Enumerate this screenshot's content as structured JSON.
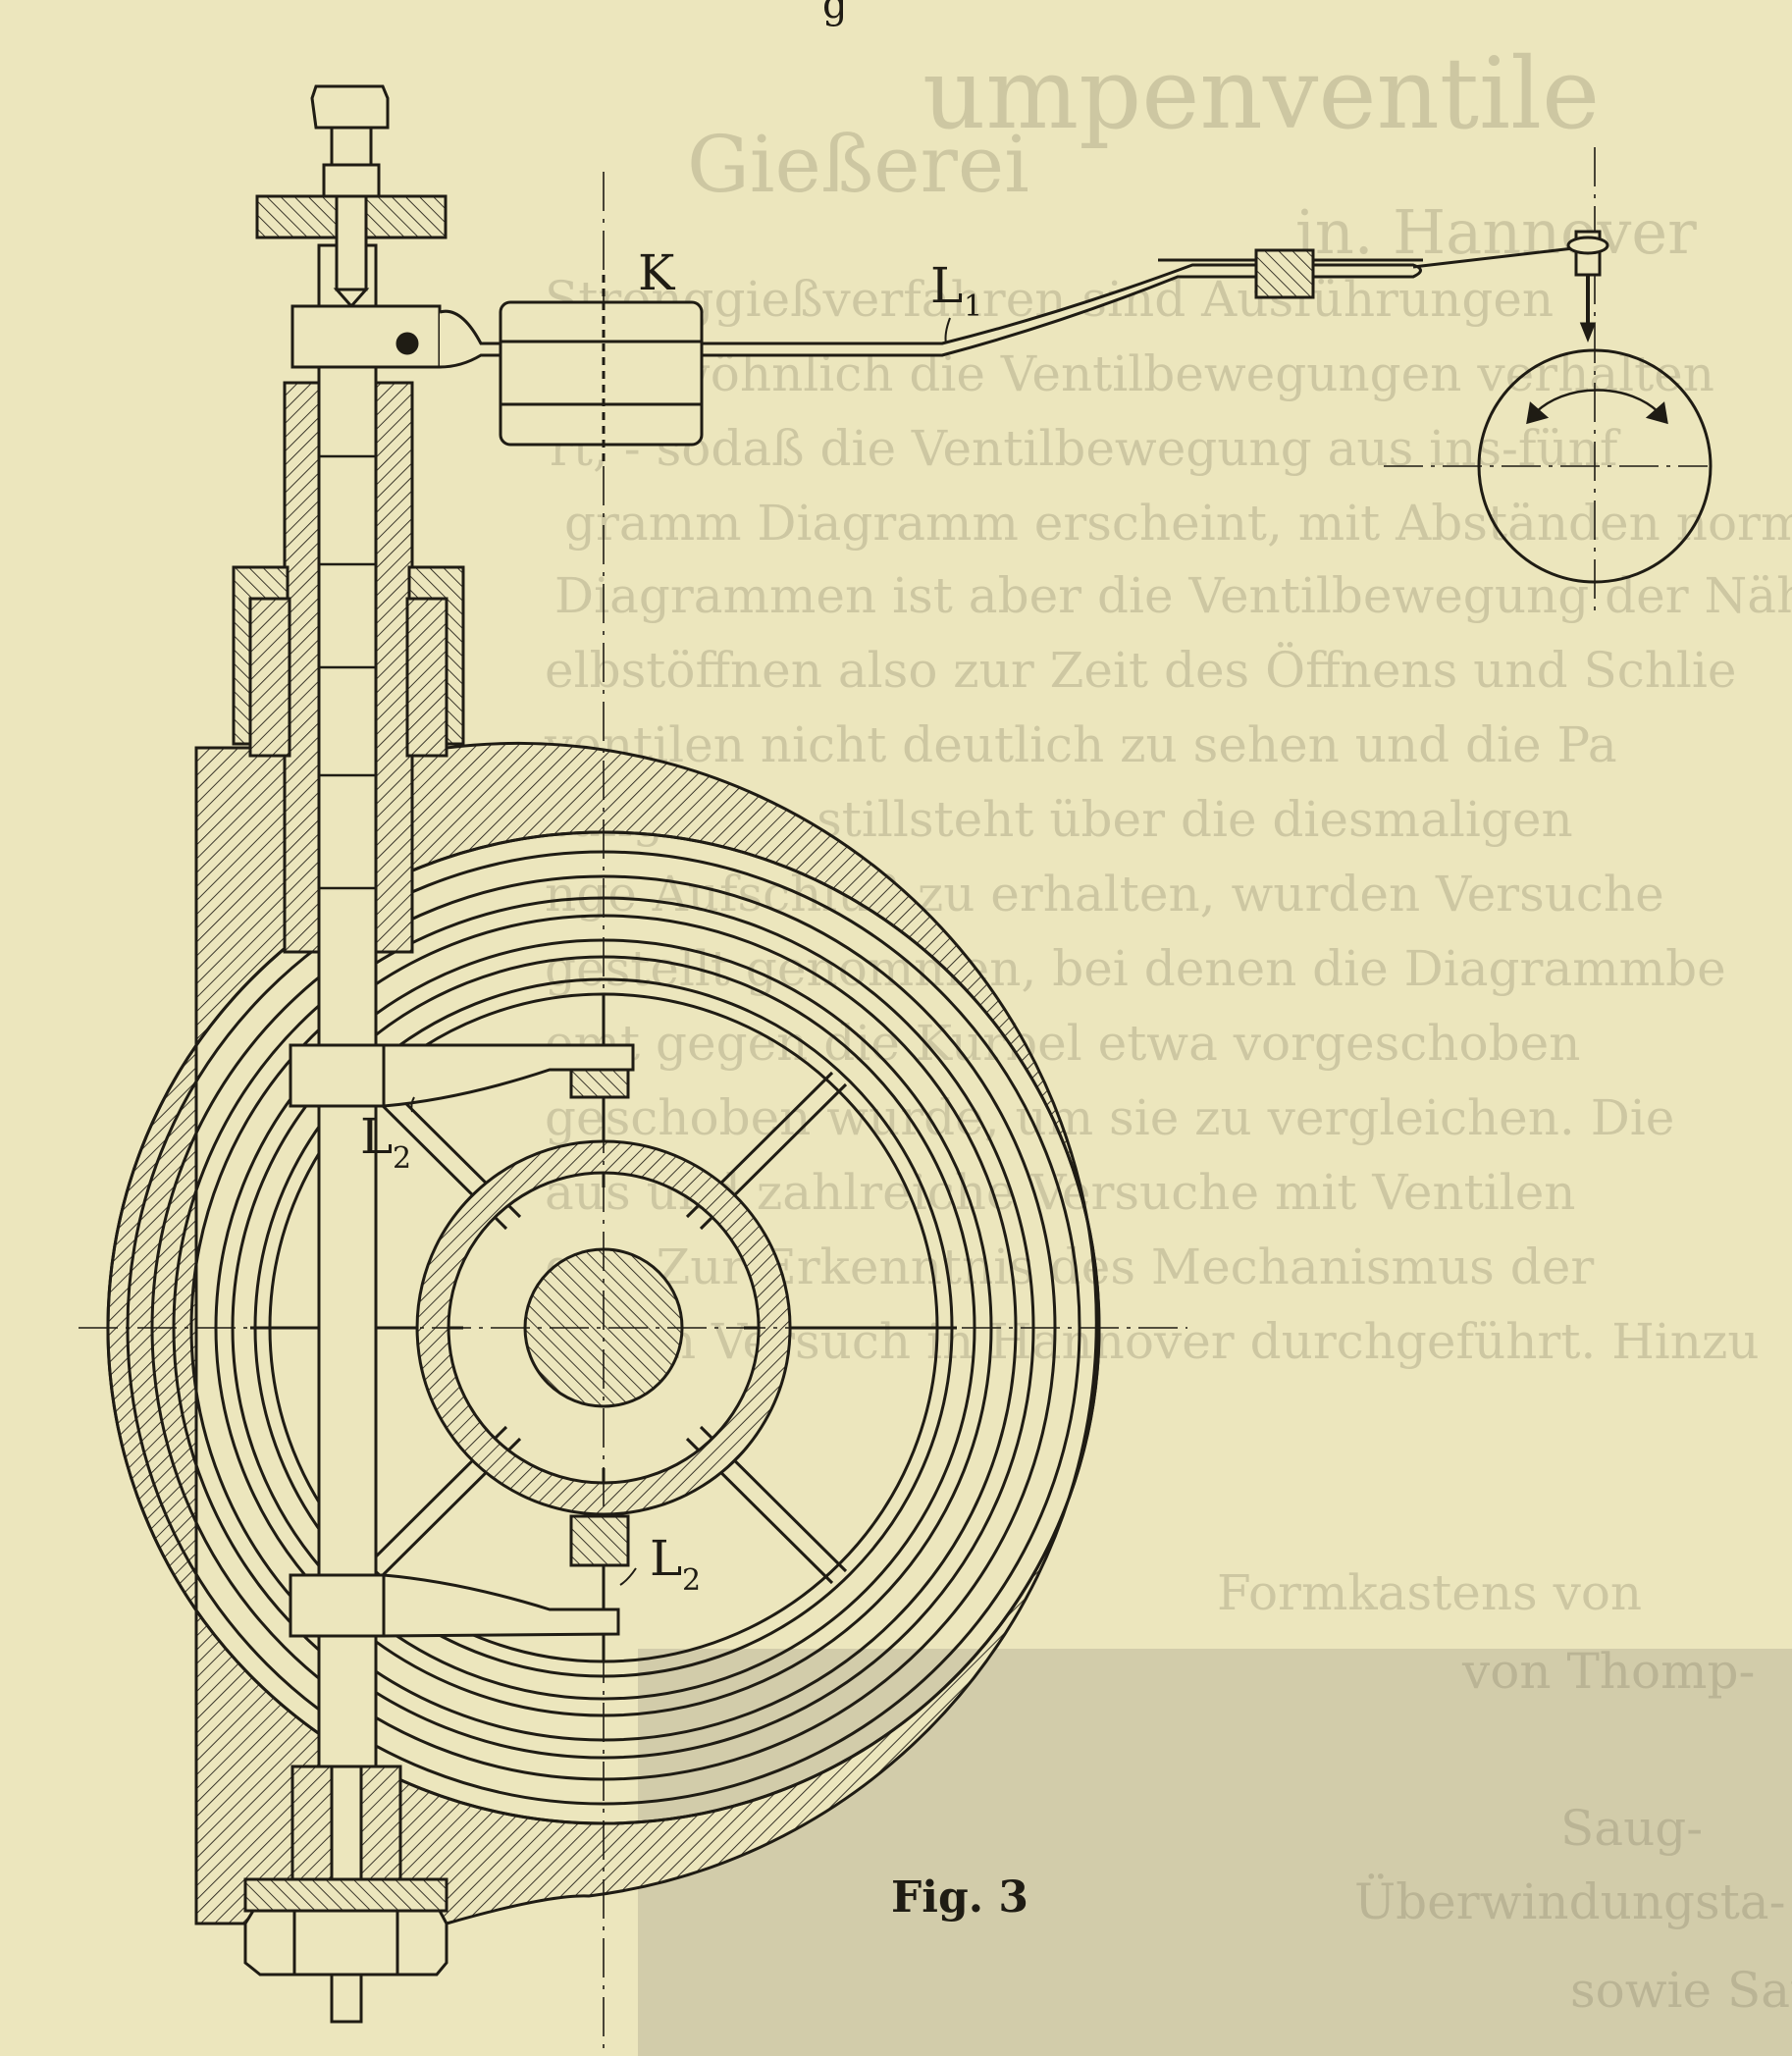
{
  "labels": {
    "K": "K",
    "L1": "L",
    "L1_sub": "1",
    "L2_upper": "L",
    "L2_upper_sub": "2",
    "L2_lower": "L",
    "L2_lower_sub": "2"
  },
  "caption": "Fig. 3",
  "header_fragment": "g",
  "bleed_lines": [
    "umpenventile",
    "Gießerei",
    "in. Hannover",
    "Stronggießverfahren sind Ausführungen",
    "ungewöhnlich die Ventilbewegungen verhalten",
    "rt, - sodaß die Ventilbewegung aus ins-fünf",
    "gramm Diagramm erscheint, mit Abständen norm",
    "Diagrammen ist aber die Ventilbewegung der Näh",
    "elbstöffnen also zur Zeit des Öffnens und Schlie",
    "ventilen nicht deutlich zu sehen und die Pa",
    "tung nahe stillsteht über die diesmaligen",
    "nge Aufschluß zu erhalten, wurden Versuche",
    "gestellt genommen, bei denen die Diagrammbe",
    "emt gegen die Kurbel etwa vorgeschoben",
    "geschoben wurde, um sie zu vergleichen. Die",
    "aus und zahlreiche Versuche mit Ventilen",
    "gte. Zur Erkenntnis des Mechanismus der",
    "jedem Versuch in Hannover durchgeführt. Hinzu",
    "Formkastens von",
    "von Thomp-",
    "Saug-",
    "Überwindungsta-",
    "sowie Saug-"
  ]
}
